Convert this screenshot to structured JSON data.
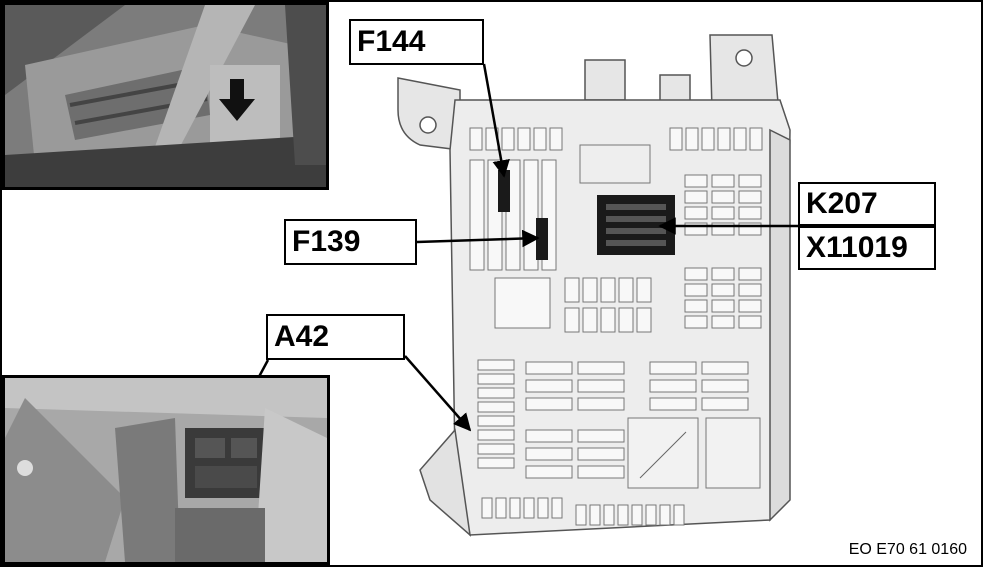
{
  "labels": {
    "f144": "F144",
    "f139": "F139",
    "a42": "A42",
    "k207": "K207",
    "x11019": "X11019"
  },
  "reference_code": "EO E70 61 0160",
  "icons": {
    "arrow": "down-arrow-icon"
  }
}
